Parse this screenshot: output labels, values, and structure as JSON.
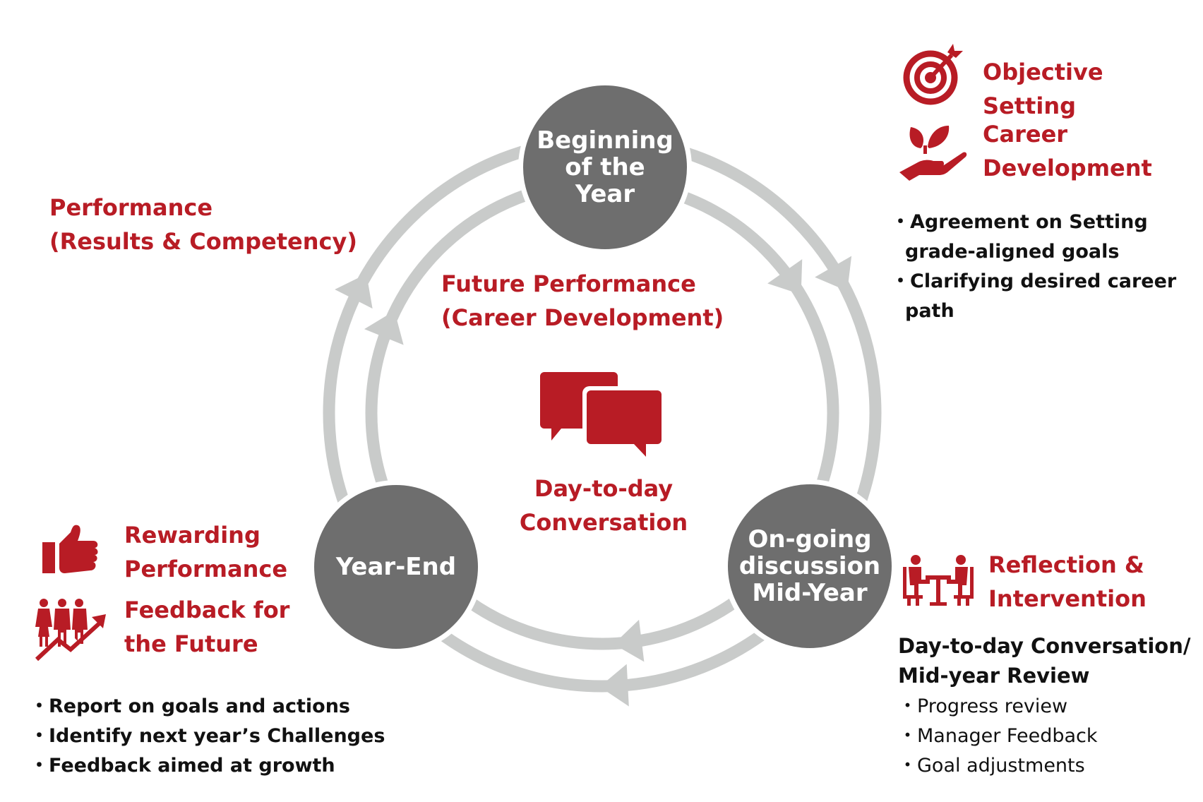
{
  "colors": {
    "accent": "#b81c25",
    "node_fill": "#6e6e6e",
    "ring": "#c9cbca",
    "text_dark": "#111111",
    "node_text": "#ffffff"
  },
  "nodes": {
    "beginning": [
      "Beginning",
      "of the",
      "Year"
    ],
    "midyear": [
      "On-going",
      "discussion",
      "Mid-Year"
    ],
    "yearend": [
      "Year-End"
    ]
  },
  "center": {
    "future": [
      "Future Performance",
      "(Career Development)"
    ],
    "conversation_icon": "speech-bubbles-icon",
    "conversation": [
      "Day-to-day",
      "Conversation"
    ]
  },
  "left_top": {
    "performance": [
      "Performance",
      "(Results & Competency)"
    ]
  },
  "top_right": {
    "objective": {
      "icon": "target-icon",
      "label": "Objective Setting"
    },
    "career": {
      "icon": "plant-in-hand-icon",
      "lines": [
        "Career",
        "Development"
      ]
    },
    "bullets": [
      [
        "・Agreement on Setting",
        "grade-aligned goals"
      ],
      [
        "・Clarifying desired career",
        "path"
      ]
    ]
  },
  "bottom_left": {
    "rewarding": {
      "icon": "thumbs-up-icon",
      "lines": [
        "Rewarding",
        "Performance"
      ]
    },
    "feedback": {
      "icon": "team-growth-icon",
      "lines": [
        "Feedback for",
        "the Future"
      ]
    },
    "bullets": [
      "・Report on goals and actions",
      "・Identify next year’s Challenges",
      "・Feedback aimed at growth"
    ]
  },
  "bottom_right": {
    "reflection": {
      "icon": "meeting-icon",
      "lines": [
        "Reflection &",
        "Intervention"
      ]
    },
    "heading": [
      "Day-to-day Conversation/",
      "Mid-year Review"
    ],
    "bullets": [
      "・Progress review",
      "・Manager Feedback",
      "・Goal adjustments"
    ]
  }
}
